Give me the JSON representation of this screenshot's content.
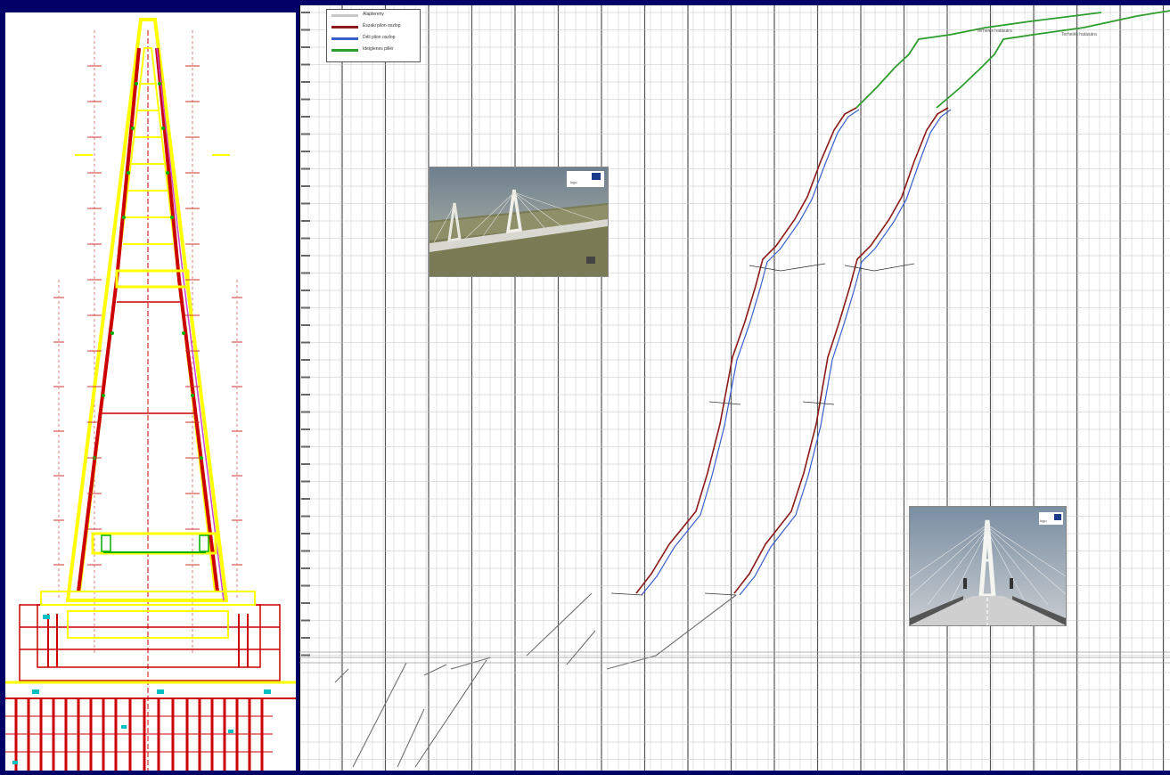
{
  "legend": {
    "items": [
      {
        "label": "Alaptereny",
        "color": "#c8c8c8"
      },
      {
        "label": "Északi pilon oszlop",
        "color": "#8b1a1a"
      },
      {
        "label": "Déli pilon oszlop",
        "color": "#3a5fcd"
      },
      {
        "label": "Ideiglenes pillér",
        "color": "#2e9e2e"
      }
    ]
  },
  "annotations": {
    "north_top_label": "Terhelés hatására",
    "south_top_label": "Terhelés hatására"
  },
  "colors": {
    "background": "#000066",
    "tower_outline": "#ffff00",
    "tower_red": "#cc0000",
    "tower_green": "#00b000",
    "tower_cyan": "#00c0c0",
    "north_curve": "#8b1a1a",
    "south_curve": "#3a5fcd",
    "temporary": "#2e9e2e"
  },
  "photos": {
    "photo1_logo": "logo",
    "photo2_logo": "logo"
  }
}
